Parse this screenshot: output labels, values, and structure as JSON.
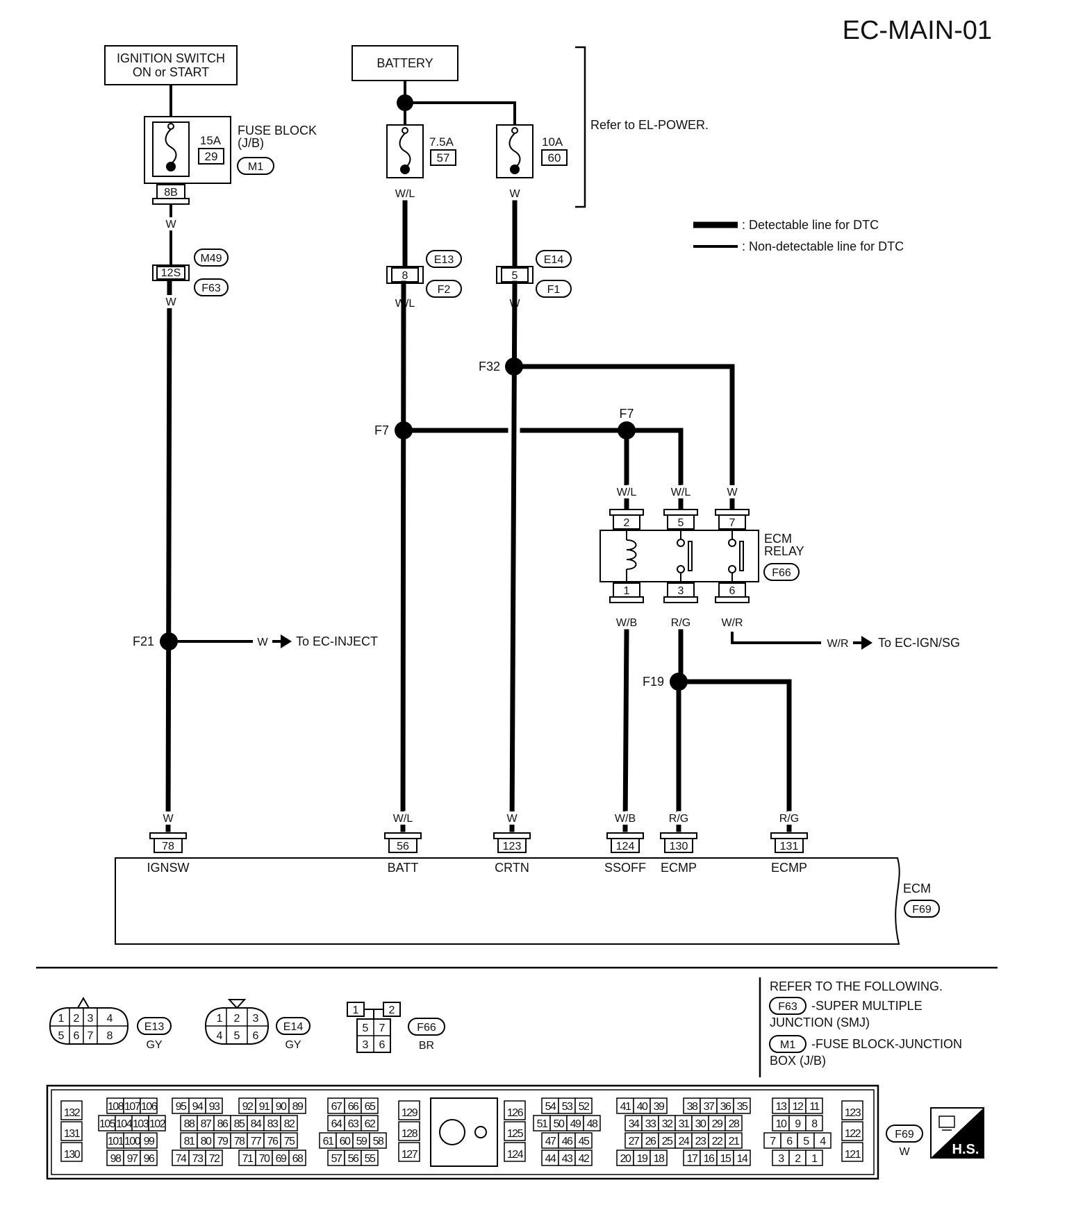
{
  "title": "EC-MAIN-01",
  "ignition_switch": {
    "line1": "IGNITION SWITCH",
    "line2": "ON or START"
  },
  "battery": "BATTERY",
  "fuse_block": {
    "line1": "FUSE BLOCK",
    "line2": "(J/B)",
    "connector": "M1"
  },
  "fuses": [
    {
      "amp": "15A",
      "num": "29"
    },
    {
      "amp": "7.5A",
      "num": "57"
    },
    {
      "amp": "10A",
      "num": "60"
    }
  ],
  "refer_el_power": "Refer to EL-POWER.",
  "legend": {
    "detectable": ": Detectable line for DTC",
    "non_detectable": ": Non-detectable line for DTC"
  },
  "terminals": {
    "fb_8b": "8B",
    "j_12s": "12S",
    "e13_8": "8",
    "e14_5": "5"
  },
  "connectors": {
    "m49": "M49",
    "f63": "F63",
    "e13": "E13",
    "f2": "F2",
    "e14": "E14",
    "f1": "F1"
  },
  "wires": {
    "c1_a": "W",
    "c1_b": "W",
    "c1_c": "W",
    "f21_out": "W",
    "c2_a": "W/L",
    "c2_b": "W/L",
    "c2_c": "W/L",
    "c3_a": "W",
    "c3_b": "W",
    "c3_c": "W",
    "relay2_in": "W/L",
    "relay5_in": "W/L",
    "relay7_in": "W",
    "relay1_out": "W/B",
    "relay3_out": "R/G",
    "relay6_out": "W/R",
    "ign_out": "W/R",
    "ecm124": "W/B",
    "ecm130": "R/G",
    "ecm131": "R/G"
  },
  "junctions": {
    "f32": "F32",
    "f7_left": "F7",
    "f7_right": "F7",
    "f21": "F21",
    "f19": "F19"
  },
  "to_ec_inject": "To EC-INJECT",
  "to_ec_ign": "To EC-IGN/SG",
  "ecm_relay": {
    "line1": "ECM",
    "line2": "RELAY",
    "connector": "F66",
    "pins_top": [
      "2",
      "5",
      "7"
    ],
    "pins_bottom": [
      "1",
      "3",
      "6"
    ]
  },
  "ecm_pins": [
    {
      "num": "78",
      "label": "IGNSW"
    },
    {
      "num": "56",
      "label": "BATT"
    },
    {
      "num": "123",
      "label": "CRTN"
    },
    {
      "num": "124",
      "label": "SSOFF"
    },
    {
      "num": "130",
      "label": "ECMP"
    },
    {
      "num": "131",
      "label": "ECMP"
    }
  ],
  "ecm": {
    "label": "ECM",
    "connector": "F69"
  },
  "connector_views": {
    "e13": {
      "name": "E13",
      "color": "GY",
      "top": [
        "1",
        "2",
        "3",
        "4"
      ],
      "bottom": [
        "5",
        "6",
        "7",
        "8"
      ]
    },
    "e14": {
      "name": "E14",
      "color": "GY",
      "top": [
        "1",
        "2",
        "3"
      ],
      "bottom": [
        "4",
        "5",
        "6"
      ]
    },
    "f66": {
      "name": "F66",
      "color": "BR",
      "rows": [
        [
          "1",
          "2"
        ],
        [
          "5",
          "7"
        ],
        [
          "3",
          "6"
        ]
      ]
    },
    "f69": {
      "name": "F69",
      "color": "W"
    }
  },
  "refer_following": {
    "heading": "REFER TO THE FOLLOWING.",
    "f63_tag": "F63",
    "f63_text": "-SUPER MULTIPLE",
    "f63_text2": "JUNCTION (SMJ)",
    "m1_tag": "M1",
    "m1_text": "-FUSE BLOCK-JUNCTION",
    "m1_text2": "BOX (J/B)"
  },
  "ecm_connector_face": [
    {
      "rows": [
        [
          "132"
        ],
        [
          "131"
        ],
        [
          "130"
        ]
      ]
    },
    {
      "rows": [
        [
          "108",
          "107",
          "106"
        ],
        [
          "105",
          "104",
          "103",
          "102"
        ],
        [
          "101",
          "100",
          "99"
        ],
        [
          "98",
          "97",
          "96"
        ]
      ]
    },
    {
      "rows": [
        [
          "95",
          "94",
          "93",
          "",
          "92",
          "91",
          "90",
          "89"
        ],
        [
          "88",
          "87",
          "86",
          "85",
          "84",
          "83",
          "82"
        ],
        [
          "81",
          "80",
          "79",
          "78",
          "77",
          "76",
          "75"
        ],
        [
          "74",
          "73",
          "72",
          "",
          "71",
          "70",
          "69",
          "68"
        ]
      ]
    },
    {
      "rows": [
        [
          "67",
          "66",
          "65"
        ],
        [
          "64",
          "63",
          "62"
        ],
        [
          "61",
          "60",
          "59",
          "58"
        ],
        [
          "57",
          "56",
          "55"
        ]
      ]
    },
    {
      "rows": [
        [
          "129"
        ],
        [
          "128"
        ],
        [
          "127"
        ]
      ]
    },
    {
      "rows": [
        [
          "126"
        ],
        [
          "125"
        ],
        [
          "124"
        ]
      ]
    },
    {
      "rows": [
        [
          "54",
          "53",
          "52"
        ],
        [
          "51",
          "50",
          "49",
          "48"
        ],
        [
          "47",
          "46",
          "45"
        ],
        [
          "44",
          "43",
          "42"
        ]
      ]
    },
    {
      "rows": [
        [
          "41",
          "40",
          "39",
          "",
          "38",
          "37",
          "36",
          "35"
        ],
        [
          "34",
          "33",
          "32",
          "31",
          "30",
          "29",
          "28"
        ],
        [
          "27",
          "26",
          "25",
          "24",
          "23",
          "22",
          "21"
        ],
        [
          "20",
          "19",
          "18",
          "",
          "17",
          "16",
          "15",
          "14"
        ]
      ]
    },
    {
      "rows": [
        [
          "13",
          "12",
          "11"
        ],
        [
          "10",
          "9",
          "8"
        ],
        [
          "7",
          "6",
          "5",
          "4"
        ],
        [
          "3",
          "2",
          "1"
        ]
      ]
    },
    {
      "rows": [
        [
          "123"
        ],
        [
          "122"
        ],
        [
          "121"
        ]
      ]
    }
  ],
  "hs_badge": "H.S."
}
